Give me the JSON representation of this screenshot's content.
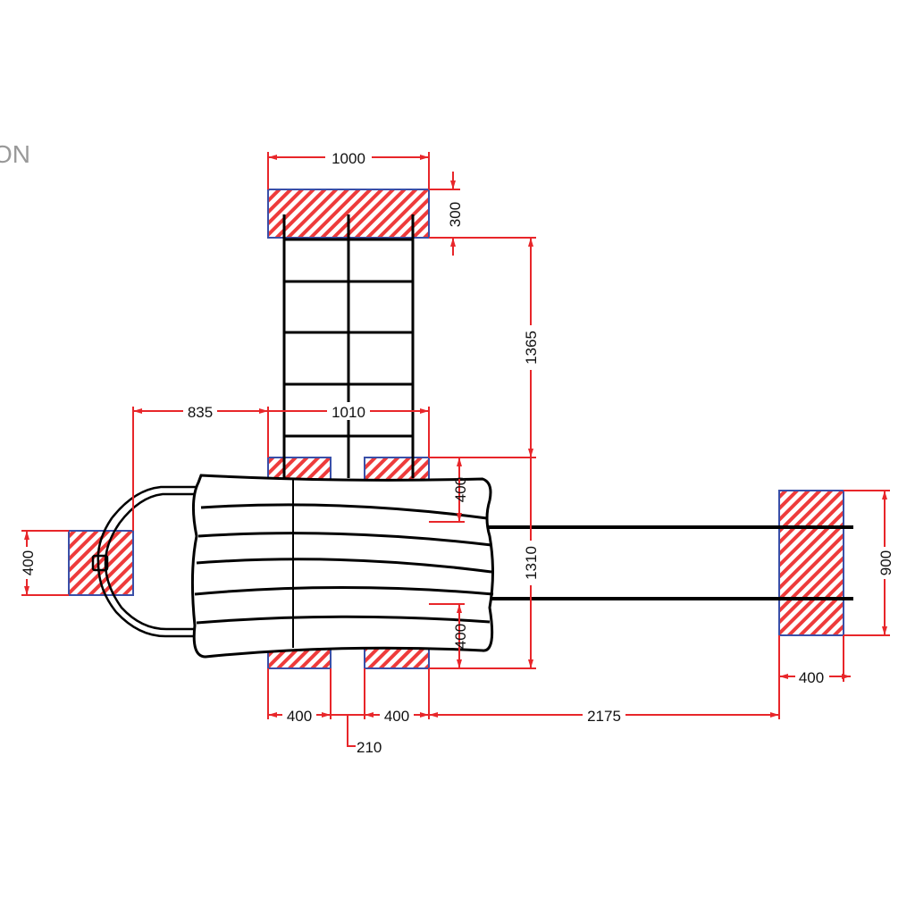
{
  "title_fragment": "ON",
  "colors": {
    "dimension": "#e8262a",
    "footing_outline": "#3a4fa8",
    "structure": "#000000"
  },
  "dimensions": {
    "top_footing_width": "1000",
    "top_footing_depth": "300",
    "ladder_length": "1365",
    "platform_depth": "1310",
    "left_offset": "835",
    "post_spacing": "1010",
    "footing_right_upper": "400",
    "footing_right_lower": "400",
    "left_footing": "400",
    "right_footing_height": "900",
    "right_footing_width": "400",
    "bottom_footing_1": "400",
    "bottom_footing_2": "400",
    "bottom_gap": "210",
    "slide_run": "2175"
  }
}
